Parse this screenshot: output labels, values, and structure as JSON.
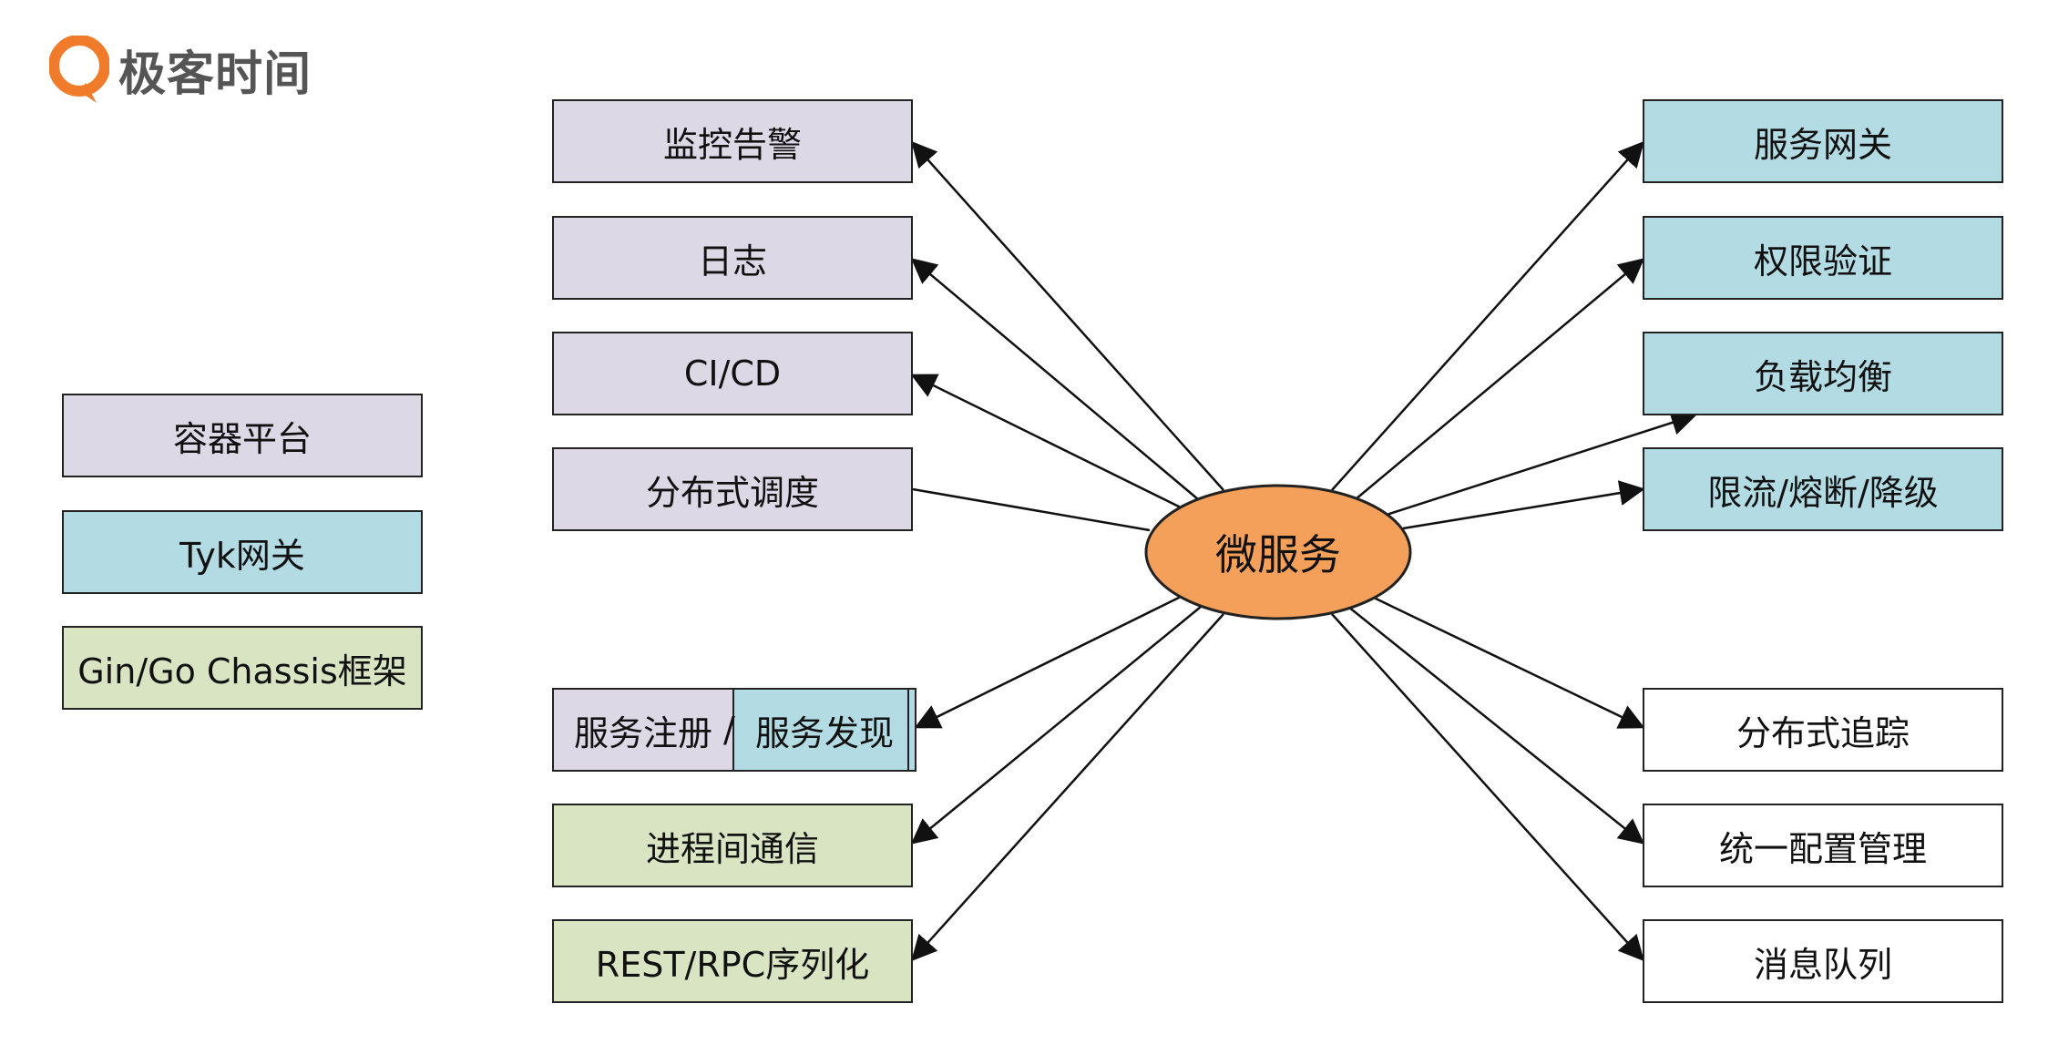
{
  "logo": {
    "text": "极客时间",
    "icon": "geek-time-logo-icon"
  },
  "center": {
    "label": "微服务",
    "fill": "#f4a05a"
  },
  "legend": [
    {
      "label": "容器平台",
      "color": "#ddd8e6"
    },
    {
      "label": "Tyk网关",
      "color": "#b2dbe3"
    },
    {
      "label": "Gin/Go Chassis框架",
      "color": "#d9e4c3"
    }
  ],
  "left_nodes": [
    {
      "label": "监控告警"
    },
    {
      "label": "日志"
    },
    {
      "label": "CI/CD"
    },
    {
      "label": "分布式调度"
    },
    {
      "label_a": "服务注册",
      "separator": "/",
      "label_b": "服务发现"
    },
    {
      "label": "进程间通信"
    },
    {
      "label": "REST/RPC序列化"
    }
  ],
  "right_nodes": [
    {
      "label": "服务网关"
    },
    {
      "label": "权限验证"
    },
    {
      "label": "负载均衡"
    },
    {
      "label": "限流/熔断/降级"
    },
    {
      "label": "分布式追踪"
    },
    {
      "label": "统一配置管理"
    },
    {
      "label": "消息队列"
    }
  ]
}
